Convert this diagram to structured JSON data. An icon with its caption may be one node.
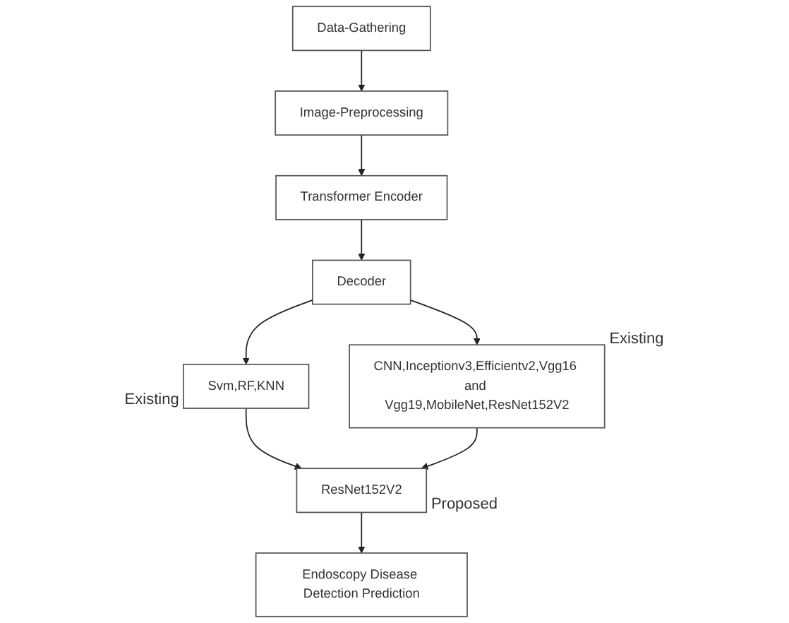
{
  "diagram": {
    "nodes": [
      {
        "text": [
          "Data-Gathering"
        ]
      },
      {
        "text": [
          "Image-Preprocessing"
        ]
      },
      {
        "text": [
          "Transformer Encoder"
        ]
      },
      {
        "text": [
          "Decoder"
        ]
      },
      {
        "text": [
          "Svm,RF,KNN"
        ],
        "beside": [
          "Existing"
        ]
      },
      {
        "text": [
          "CNN,Inceptionv3,Efficientv2,Vgg16 and Vgg19,MobileNet,ResNet152V2"
        ],
        "beside": [
          "Existing"
        ]
      },
      {
        "text": [
          "ResNet152V2"
        ],
        "beside": [
          "Proposed"
        ]
      },
      {
        "text": [
          "Endoscopy Disease Detection Prediction"
        ]
      }
    ],
    "edges": [
      {
        "from": 0,
        "to": 1,
        "arrow": "to"
      },
      {
        "from": 1,
        "to": 2,
        "arrow": "to"
      },
      {
        "from": 2,
        "to": 3,
        "arrow": "to"
      },
      {
        "from": 3,
        "to": 4,
        "arrow": "to"
      },
      {
        "from": 3,
        "to": 5,
        "arrow": "to"
      },
      {
        "from": 4,
        "to": 6,
        "arrow": "to"
      },
      {
        "from": 5,
        "to": 6,
        "arrow": "to"
      },
      {
        "from": 6,
        "to": 7,
        "arrow": "to"
      }
    ]
  }
}
